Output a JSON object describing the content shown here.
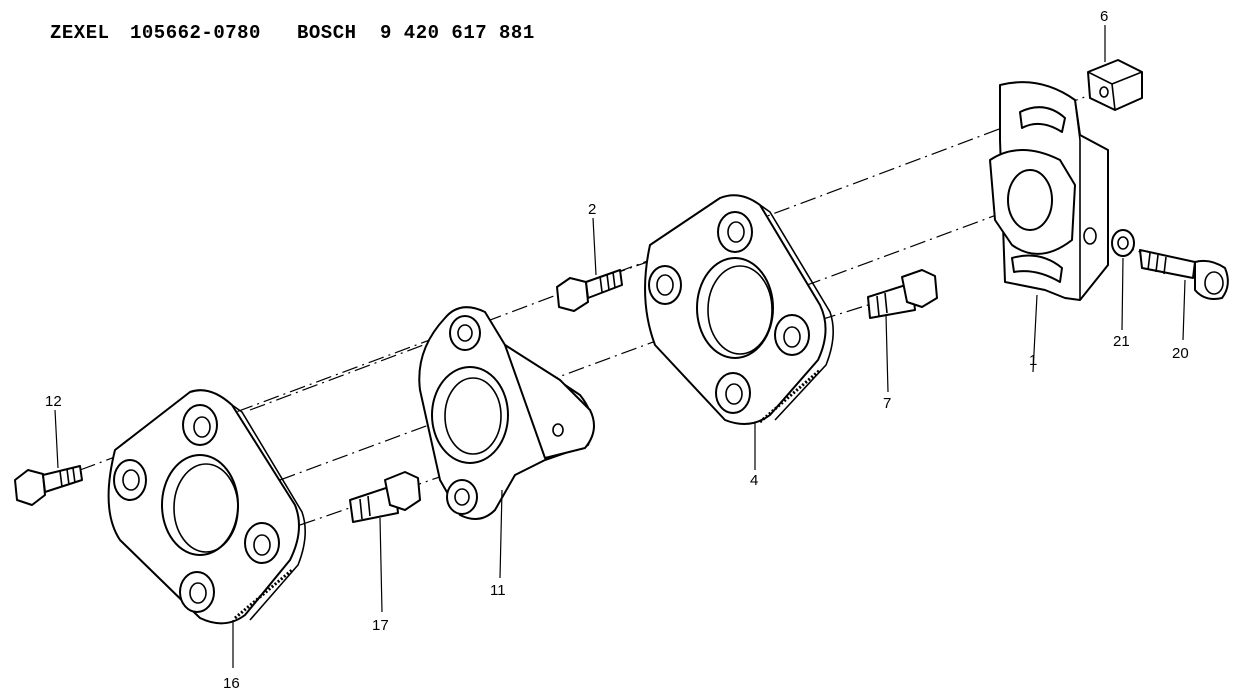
{
  "header": {
    "manufacturer": "ZEXEL",
    "zexel_number": "105662-0780",
    "brand": "BOSCH",
    "bosch_number": "9 420 617 881"
  },
  "callouts": {
    "c1": "1",
    "c2": "2",
    "c4": "4",
    "c6": "6",
    "c7": "7",
    "c11": "11",
    "c12": "12",
    "c16": "16",
    "c17": "17",
    "c20": "20",
    "c21": "21"
  }
}
